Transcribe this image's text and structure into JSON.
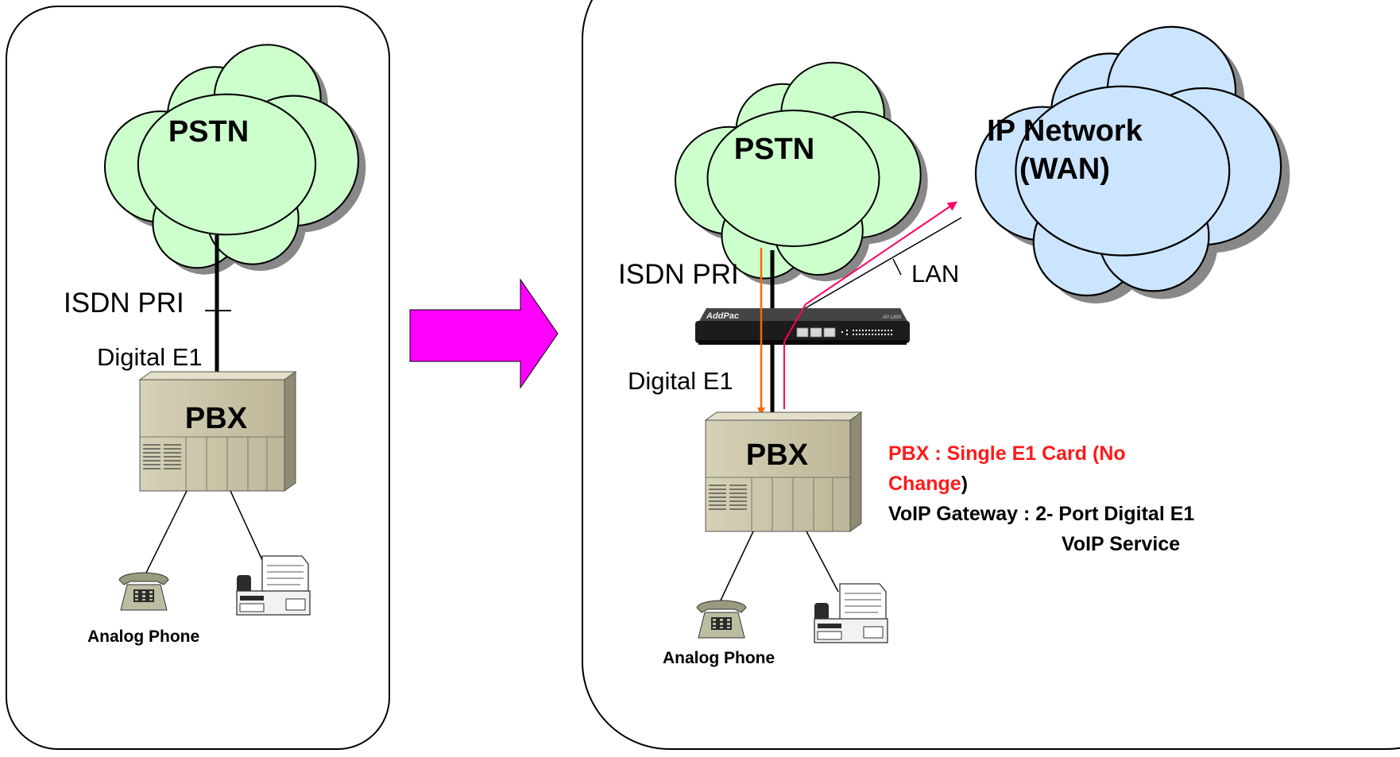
{
  "left_panel": {
    "cloud_label": "PSTN",
    "isdn_label": "ISDN PRI",
    "e1_label": "Digital E1",
    "pbx_label": "PBX",
    "phone_label": "Analog Phone"
  },
  "right_panel": {
    "cloud_label": "PSTN",
    "ip_cloud_line1": "IP Network",
    "ip_cloud_line2": "(WAN)",
    "isdn_label": "ISDN PRI",
    "lan_label": "LAN",
    "e1_label": "Digital E1",
    "pbx_label": "PBX",
    "phone_label": "Analog Phone",
    "gateway_brand": "AddPac",
    "gateway_model": "AP-1800",
    "note_line1": "PBX : Single E1 Card (No",
    "note_line2_red": "Change",
    "note_line2_black": ")",
    "note_line3": "VoIP Gateway : 2- Port Digital E1",
    "note_line4": "VoIP Service"
  },
  "colors": {
    "pstn_cloud": "#ccffcc",
    "ip_cloud": "#cce5ff",
    "transition_arrow": "#ff00ff",
    "pbx_body": "#c9c3a6",
    "pstn_path": "#ff6600",
    "voip_path": "#ff0066",
    "note_red": "#ff1a1a"
  }
}
